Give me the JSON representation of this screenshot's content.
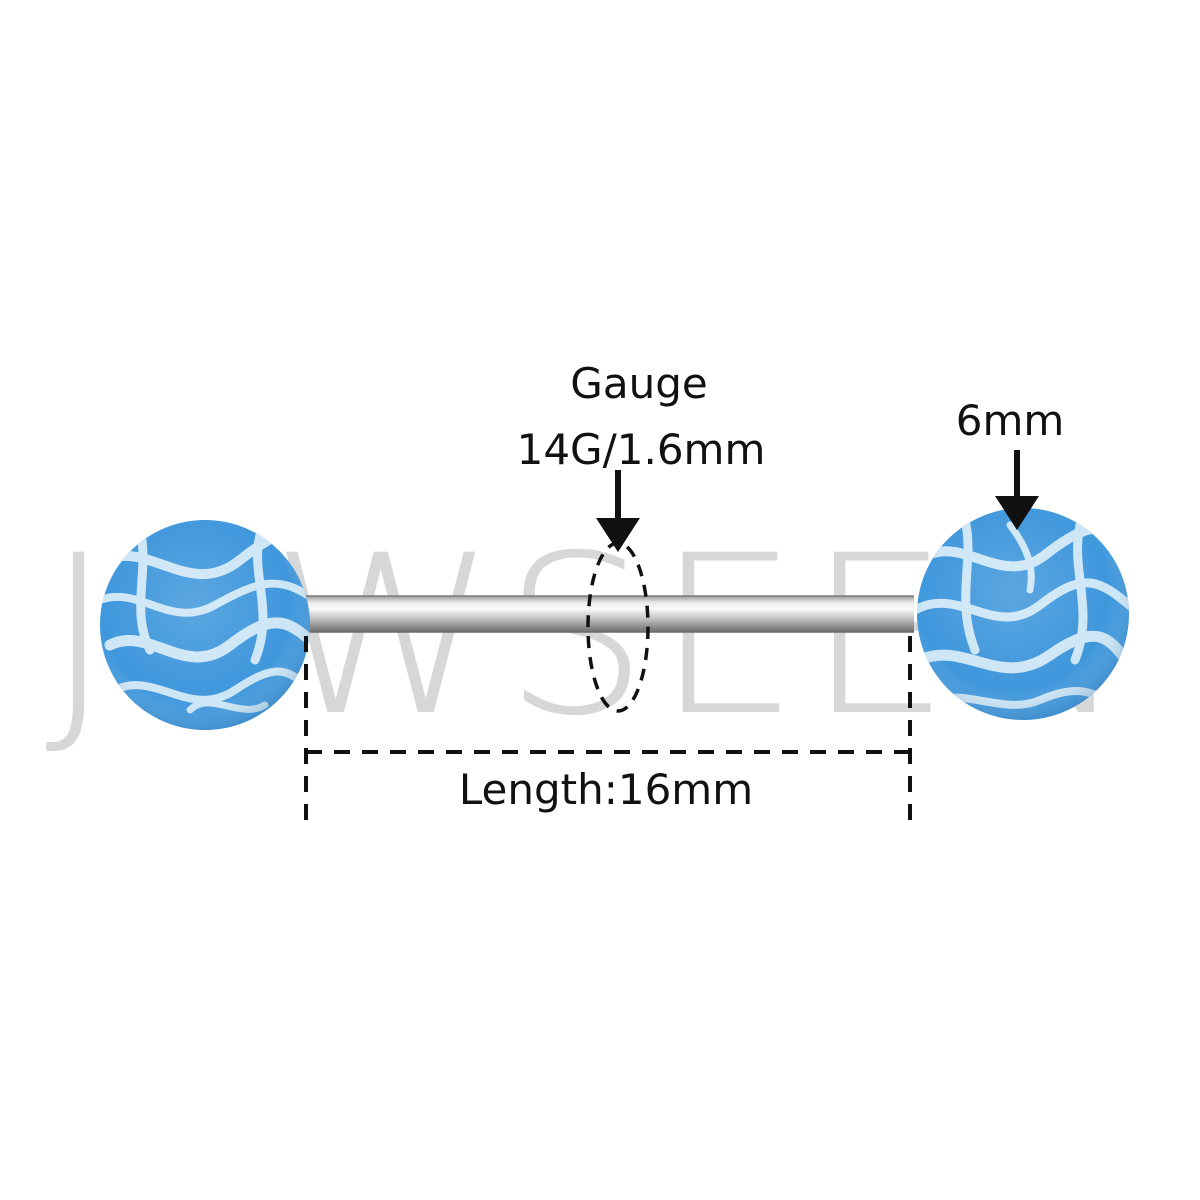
{
  "watermark": "JEWSEEN",
  "labels": {
    "gauge_title": "Gauge",
    "gauge_value": "14G/1.6mm",
    "ball_size": "6mm",
    "length": "Length:16mm"
  },
  "colors": {
    "ball_base": "#3f97dc",
    "ball_stripe": "#cde6f6",
    "bar_light": "#f4f4f4",
    "bar_dark": "#8a8a8a",
    "annotation": "#111111",
    "watermark": "#d7d7d7"
  }
}
